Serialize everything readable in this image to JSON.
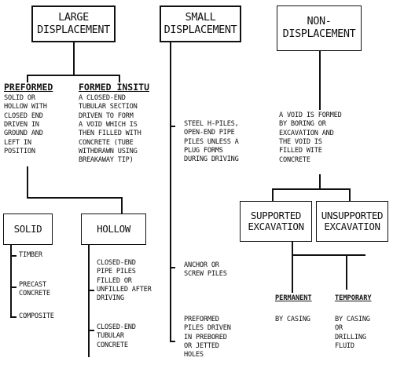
{
  "large": {
    "title_l1": "LARGE",
    "title_l2": "DISPLACEMENT"
  },
  "small": {
    "title_l1": "SMALL",
    "title_l2": "DISPLACEMENT"
  },
  "nondisp": {
    "title_l1": "NON-",
    "title_l2": "DISPLACEMENT"
  },
  "preformed": {
    "header": "PREFORMED",
    "lines": [
      "SOLID OR",
      "HOLLOW WITH",
      "CLOSED END",
      "DRIVEN IN",
      "GROUND AND",
      "LEFT IN",
      "POSITION"
    ]
  },
  "formed": {
    "header": "FORMED INSITU",
    "lines": [
      "A CLOSED-END",
      "TUBULAR SECTION",
      "DRIVEN TO FORM",
      "A VOID WHICH IS",
      "THEN FILLED WITH",
      "CONCRETE (TUBE",
      "WITHDRAWN USING",
      "BREAKAWAY TIP)"
    ]
  },
  "solid": {
    "title": "SOLID",
    "items": [
      "TIMBER",
      "PRECAST",
      "CONCRETE",
      "COMPOSITE"
    ]
  },
  "hollow": {
    "title": "HOLLOW",
    "items": [
      "CLOSED-END",
      "PIPE PILES",
      "FILLED OR",
      "UNFILLED AFTER",
      "DRIVING",
      "CLOSED-END",
      "TUBULAR",
      "CONCRETE"
    ]
  },
  "small_desc": {
    "lines": [
      "STEEL H-PILES,",
      "OPEN-END PIPE",
      "PILES UNLESS A",
      "PLUG FORMS",
      "DURING DRIVING"
    ],
    "anchor": [
      "ANCHOR OR",
      "SCREW PILES"
    ],
    "preformed_driven": [
      "PREFORMED",
      "PILES DRIVEN",
      "IN PREBORED",
      "OR JETTED",
      "HOLES"
    ]
  },
  "nondisp_desc": {
    "lines": [
      "A VOID IS FORMED",
      "BY BORING OR",
      "EXCAVATION AND",
      "THE VOID IS",
      "FILLED WITE",
      "CONCRETE"
    ]
  },
  "supported": {
    "title_l1": "SUPPORTED",
    "title_l2": "EXCAVATION"
  },
  "unsupported": {
    "title_l1": "UNSUPPORTED",
    "title_l2": "EXCAVATION"
  },
  "permanent": {
    "header": "PERMANENT",
    "lines": [
      "BY CASING"
    ]
  },
  "temporary": {
    "header": "TEMPORARY",
    "lines": [
      "BY CASING",
      "OR",
      "DRILLING",
      "FLUID"
    ]
  }
}
